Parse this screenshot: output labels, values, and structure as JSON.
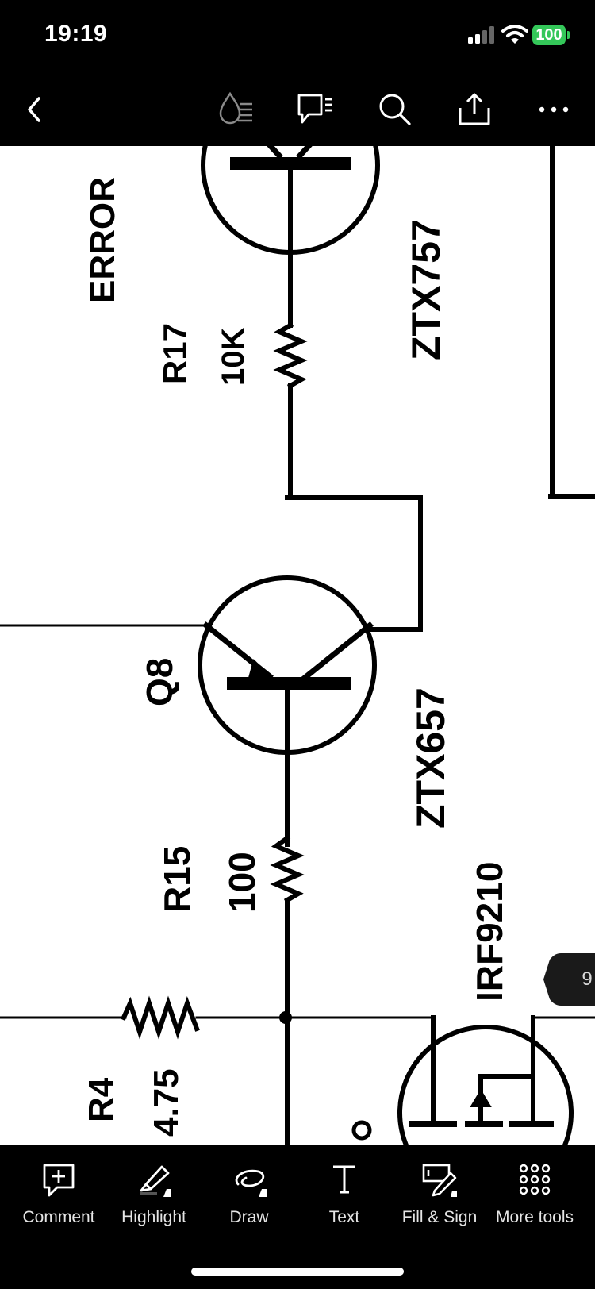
{
  "status_bar": {
    "time": "19:19",
    "battery_level": "100",
    "signal_icon": "cellular-signal-icon",
    "wifi_icon": "wifi-icon"
  },
  "top_toolbar": {
    "buttons": [
      {
        "name": "back",
        "icon": "chevron-left-icon"
      },
      {
        "name": "liquid-mode",
        "icon": "liquid-mode-icon"
      },
      {
        "name": "comments",
        "icon": "comment-list-icon"
      },
      {
        "name": "search",
        "icon": "search-icon"
      },
      {
        "name": "share",
        "icon": "share-icon"
      },
      {
        "name": "more",
        "icon": "more-dots-icon"
      }
    ]
  },
  "document": {
    "labels": {
      "error": "ERROR",
      "r17": "R17",
      "r17_value": "10K",
      "ztx757": "ZTX757",
      "q8": "Q8",
      "ztx657": "ZTX657",
      "r15": "R15",
      "r15_value": "100",
      "irf9210": "IRF9210",
      "r4": "R4",
      "r4_value": "4.75"
    },
    "page_number": "9"
  },
  "bottom_toolbar": {
    "tools": [
      {
        "label": "Comment",
        "icon": "comment-plus-icon"
      },
      {
        "label": "Highlight",
        "icon": "highlighter-icon"
      },
      {
        "label": "Draw",
        "icon": "draw-lasso-icon"
      },
      {
        "label": "Text",
        "icon": "text-t-icon"
      },
      {
        "label": "Fill & Sign",
        "icon": "fill-sign-icon"
      },
      {
        "label": "More tools",
        "icon": "grid-dots-icon"
      }
    ]
  },
  "colors": {
    "background": "#000000",
    "document": "#ffffff",
    "ink": "#000000",
    "battery": "#34c759",
    "toolbar_text": "#e5e5e5"
  }
}
